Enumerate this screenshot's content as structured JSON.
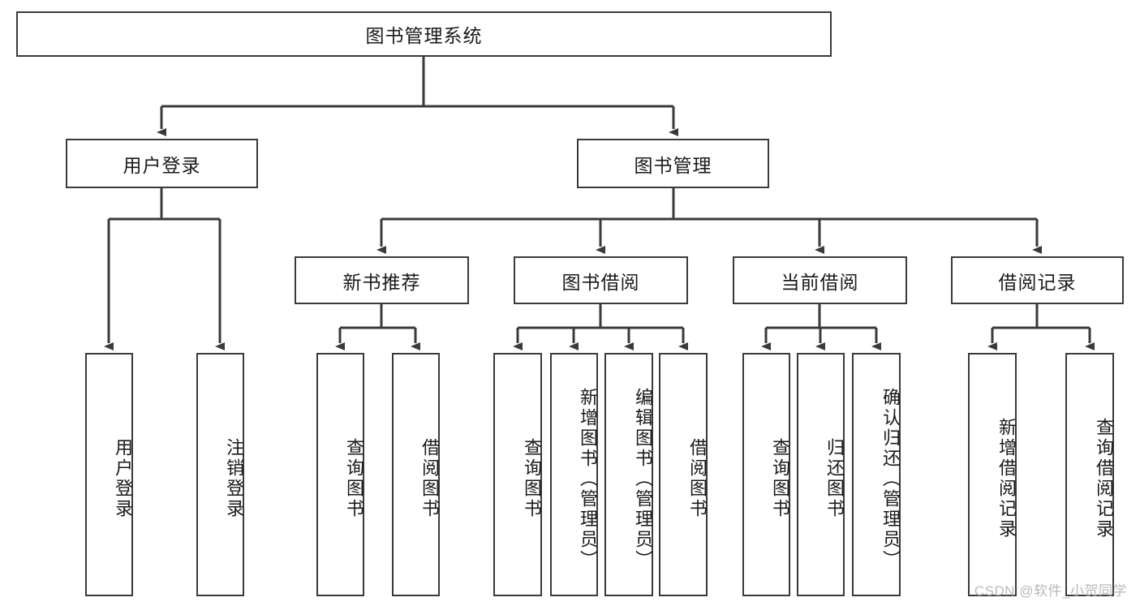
{
  "diagram": {
    "type": "tree-hierarchy-chart",
    "title": "图书管理系统",
    "orientation": "top-down",
    "box_border_color": "#3a3a3a",
    "box_fill_color": "#ffffff",
    "connector_color": "#3a3a3a",
    "levels": [
      {
        "level": 1,
        "nodes": [
          {
            "id": "root",
            "label": "图书管理系统"
          }
        ]
      },
      {
        "level": 2,
        "nodes": [
          {
            "id": "login",
            "label": "用户登录",
            "parent": "root"
          },
          {
            "id": "bookmgmt",
            "label": "图书管理",
            "parent": "root"
          }
        ]
      },
      {
        "level": 3,
        "nodes": [
          {
            "id": "newbook",
            "label": "新书推荐",
            "parent": "bookmgmt"
          },
          {
            "id": "borrow",
            "label": "图书借阅",
            "parent": "bookmgmt"
          },
          {
            "id": "current",
            "label": "当前借阅",
            "parent": "bookmgmt"
          },
          {
            "id": "record",
            "label": "借阅记录",
            "parent": "bookmgmt"
          }
        ]
      },
      {
        "level": 4,
        "nodes": [
          {
            "id": "leaf1",
            "label": "用户登录",
            "parent": "login"
          },
          {
            "id": "leaf2",
            "label": "注销登录",
            "parent": "login"
          },
          {
            "id": "leaf3",
            "label": "查询图书",
            "parent": "newbook"
          },
          {
            "id": "leaf4",
            "label": "借阅图书",
            "parent": "newbook"
          },
          {
            "id": "leaf5",
            "label": "查询图书",
            "parent": "borrow"
          },
          {
            "id": "leaf6",
            "label": "新增图书（管理员）",
            "parent": "borrow"
          },
          {
            "id": "leaf7",
            "label": "编辑图书（管理员）",
            "parent": "borrow"
          },
          {
            "id": "leaf8",
            "label": "借阅图书",
            "parent": "borrow"
          },
          {
            "id": "leaf9",
            "label": "查询图书",
            "parent": "current"
          },
          {
            "id": "leaf10",
            "label": "归还图书",
            "parent": "current"
          },
          {
            "id": "leaf11",
            "label": "确认归还（管理员）",
            "parent": "current"
          },
          {
            "id": "leaf12",
            "label": "新增借阅记录",
            "parent": "record"
          },
          {
            "id": "leaf13",
            "label": "查询借阅记录",
            "parent": "record"
          }
        ]
      }
    ]
  },
  "watermark": {
    "text": "CSDN @软件_小贺同学"
  }
}
